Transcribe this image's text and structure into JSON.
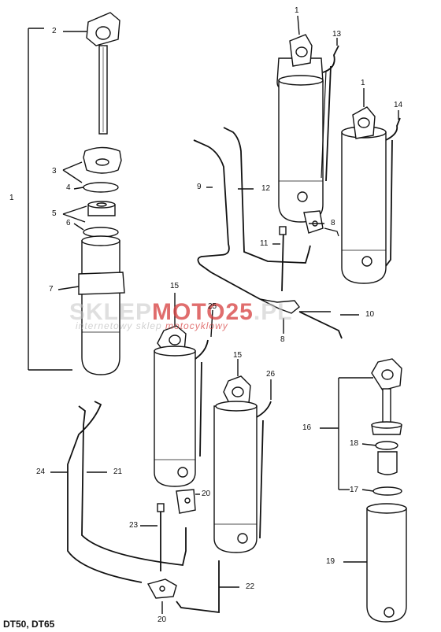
{
  "diagram": {
    "callouts": [
      "1",
      "2",
      "3",
      "4",
      "5",
      "6",
      "7",
      "8",
      "9",
      "10",
      "11",
      "12",
      "13",
      "14",
      "15",
      "16",
      "17",
      "18",
      "19",
      "20",
      "21",
      "22",
      "23",
      "24",
      "25",
      "26"
    ],
    "model_label": "DT50,  DT65"
  },
  "watermark": {
    "brand_part1": "SKLEP",
    "brand_part2": "MOTO",
    "brand_part3": "25",
    "brand_part4": ".PL",
    "tagline_part1": "internetowy sklep ",
    "tagline_part2": "motocyklowy"
  }
}
